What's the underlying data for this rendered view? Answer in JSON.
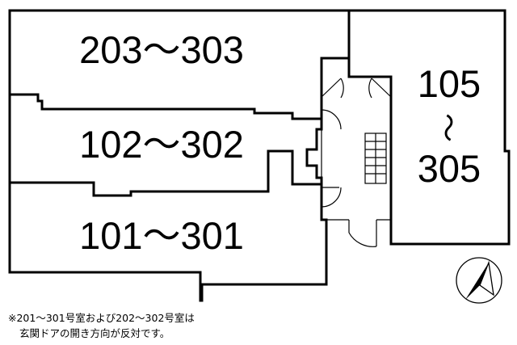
{
  "units": {
    "upper": "203～303",
    "middle": "102～302",
    "lower": "101～301",
    "right_top": "105",
    "right_mid": "～",
    "right_bottom": "305"
  },
  "note": {
    "line1": "※201～301号室および202～302号室は",
    "line2": "玄関ドアの開き方向が反対です。"
  },
  "compass": {
    "icon": "north-arrow-icon"
  }
}
